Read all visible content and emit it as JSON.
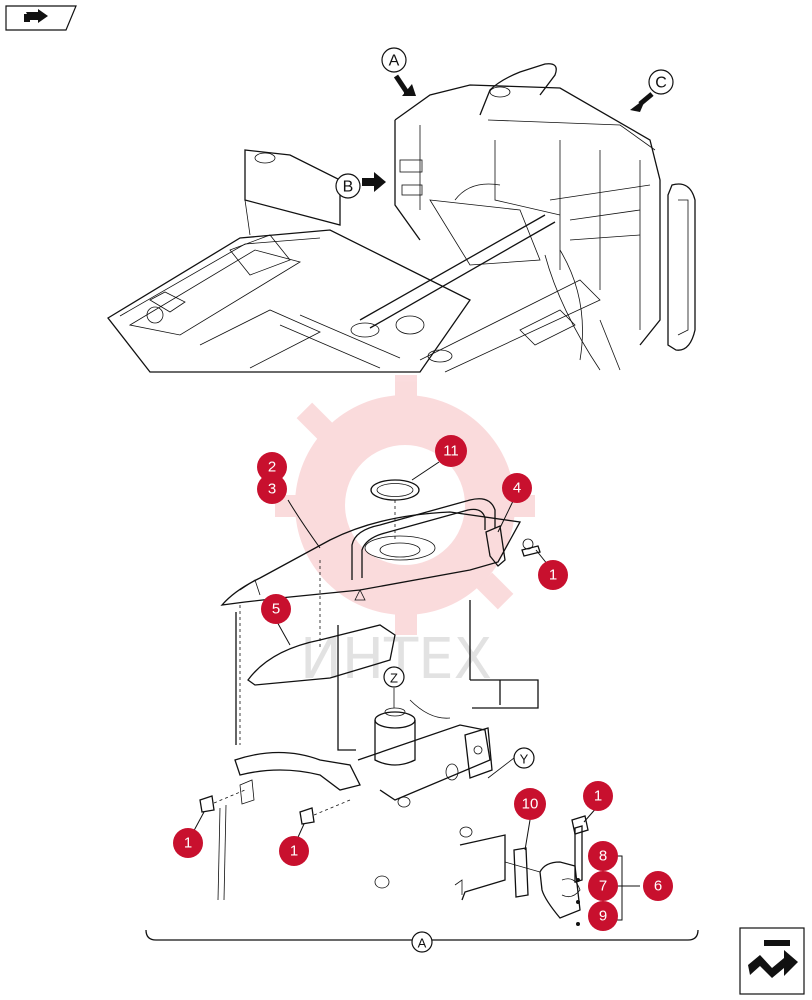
{
  "nav": {
    "prev_icon": "arrow-back-icon",
    "next_icon": "arrow-forward-icon"
  },
  "views": {
    "view_a": "A",
    "view_b": "B",
    "view_c": "C",
    "section_a": "A",
    "detail_y": "Y",
    "detail_z": "Z"
  },
  "callouts": {
    "c1a": "1",
    "c1b": "1",
    "c1c": "1",
    "c1d": "1",
    "c2": "2",
    "c3": "3",
    "c4": "4",
    "c5": "5",
    "c6": "6",
    "c7": "7",
    "c8": "8",
    "c9": "9",
    "c10": "10",
    "c11": "11"
  },
  "watermark": {
    "text": "ИНТЕХ",
    "color": "#e30613"
  },
  "colors": {
    "callout": "#c8102e",
    "line": "#111111"
  }
}
